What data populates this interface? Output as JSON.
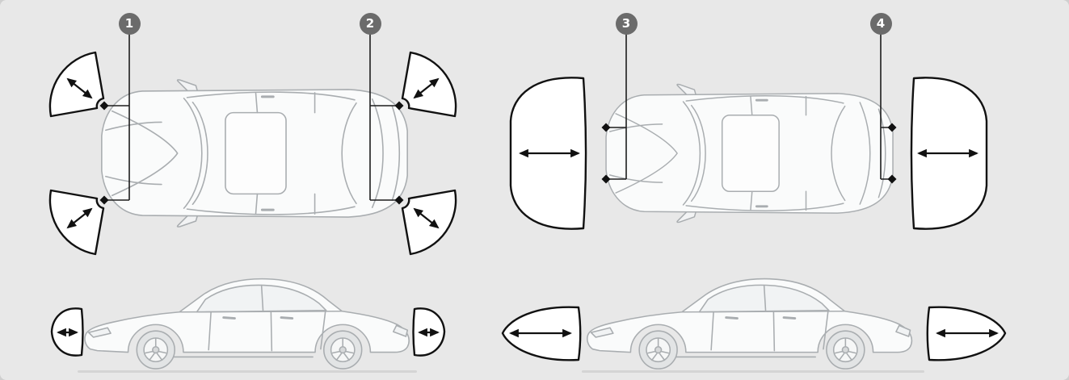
{
  "diagram": {
    "background": "#e8e8e8",
    "callouts": [
      {
        "label": "1"
      },
      {
        "label": "2"
      },
      {
        "label": "3"
      },
      {
        "label": "4"
      }
    ],
    "colors": {
      "callout_badge_bg": "#6b6b6b",
      "callout_badge_text": "#ffffff",
      "zone_outline": "#111111",
      "zone_fill": "#ffffff",
      "leader_line": "#1d1d1d",
      "car_line_art": "#a9adb0"
    }
  }
}
